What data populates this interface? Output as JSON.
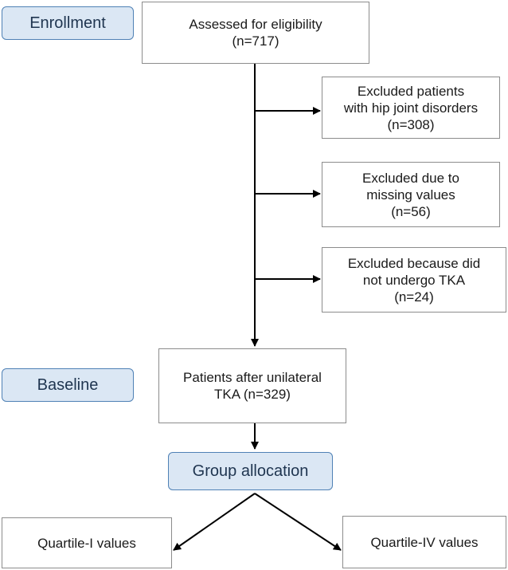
{
  "stages": {
    "enrollment": "Enrollment",
    "baseline": "Baseline",
    "group_allocation": "Group allocation"
  },
  "assessed": {
    "line1": "Assessed for eligibility",
    "line2": "(n=717)"
  },
  "exclusions": [
    {
      "line1": "Excluded patients",
      "line2": "with hip joint disorders",
      "line3": "(n=308)"
    },
    {
      "line1": "Excluded due to",
      "line2": "missing values",
      "line3": "(n=56)"
    },
    {
      "line1": "Excluded because did",
      "line2": "not undergo TKA",
      "line3": "(n=24)"
    }
  ],
  "baseline_box": {
    "line1": "Patients after unilateral",
    "line2": "TKA (n=329)"
  },
  "groups": {
    "quartile_1": "Quartile-I values",
    "quartile_4": "Quartile-IV values"
  },
  "colors": {
    "stage_fill": "#dbe7f4",
    "stage_border": "#4f81b5",
    "box_border": "#8c8c8c",
    "arrow": "#000000"
  }
}
